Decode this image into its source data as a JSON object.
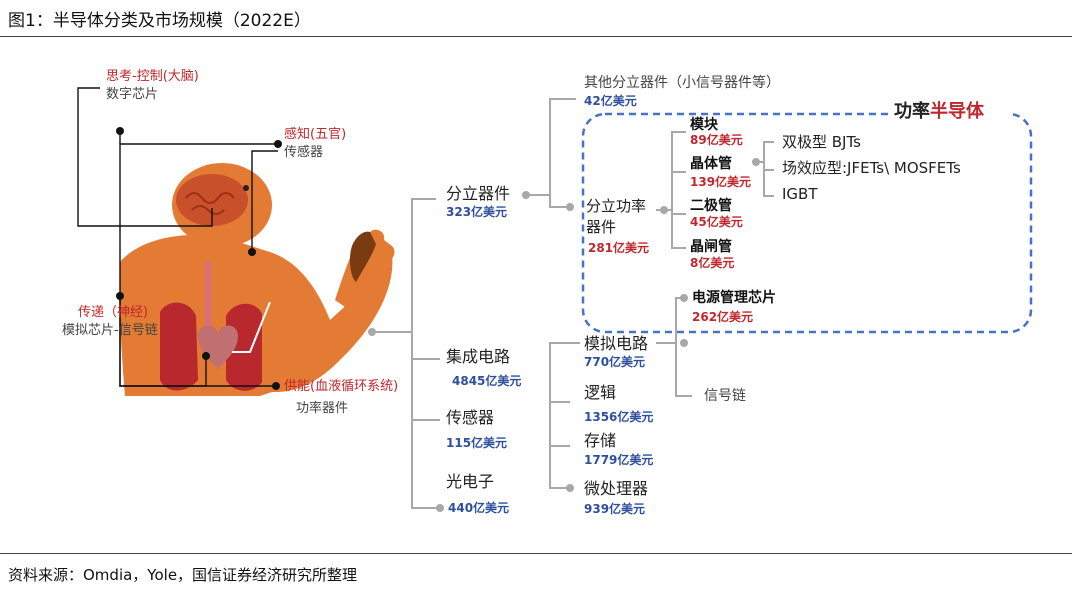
{
  "title": "图1：半导体分类及市场规模（2022E）",
  "source": "资料来源：Omdia，Yole，国信证券经济研究所整理",
  "body_labels": {
    "think_title": "思考-控制(大脑)",
    "think_sub": "数字芯片",
    "sense_title": "感知(五官)",
    "sense_sub": "传感器",
    "transmit_title": "传递（神经)",
    "transmit_sub": "模拟芯片-信号链",
    "power_title": "供能(血液循环系统)",
    "power_sub": "功率器件"
  },
  "tree": {
    "discrete": {
      "label": "分立器件",
      "value": "323亿美元"
    },
    "ic": {
      "label": "集成电路",
      "value": "4845亿美元"
    },
    "sensor": {
      "label": "传感器",
      "value": "115亿美元"
    },
    "opto": {
      "label": "光电子",
      "value": "440亿美元"
    },
    "other_discrete": {
      "label": "其他分立器件（小信号器件等）",
      "value": "42亿美元"
    },
    "power_discrete": {
      "label_line1": "分立功率",
      "label_line2": "器件",
      "value": "281亿美元"
    },
    "module": {
      "label": "模块",
      "value": "89亿美元"
    },
    "transistor": {
      "label": "晶体管",
      "value": "139亿美元"
    },
    "diode": {
      "label": "二极管",
      "value": "45亿美元"
    },
    "thyristor": {
      "label": "晶闸管",
      "value": "8亿美元"
    },
    "bjt": "双极型 BJTs",
    "fet": "场效应型:JFETs\\ MOSFETs",
    "igbt": "IGBT",
    "analog": {
      "label": "模拟电路",
      "value": "770亿美元"
    },
    "pmic": {
      "label": "电源管理芯片",
      "value": "262亿美元"
    },
    "signal_chain": "信号链",
    "logic": {
      "label": "逻辑",
      "value": "1356亿美元"
    },
    "memory": {
      "label": "存储",
      "value": "1779亿美元"
    },
    "micro": {
      "label": "微处理器",
      "value": "939亿美元"
    }
  },
  "power_box": {
    "prefix": "功率",
    "accent": "半导体"
  },
  "colors": {
    "body": "#e37b34",
    "organ": "#b9282d",
    "label_red": "#c0272d",
    "value_blue": "#2e4f9e",
    "dashed_box": "#4a72c4",
    "tree_lines": "#a8a8a8"
  }
}
